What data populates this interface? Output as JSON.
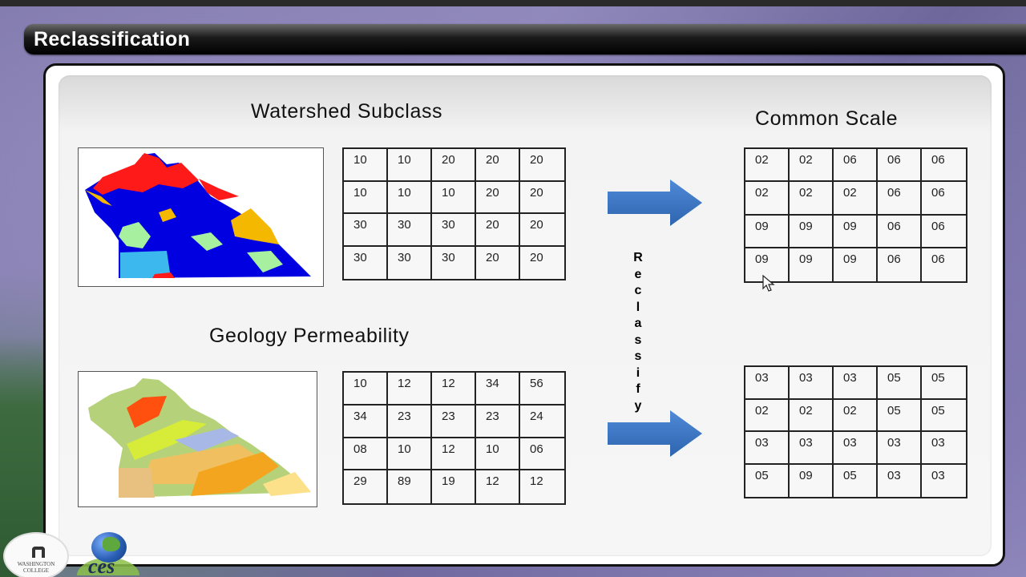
{
  "slide": {
    "title": "Reclassification"
  },
  "sections": {
    "watershed": {
      "heading": "Watershed Subclass",
      "map_icon": "watershed-map-image",
      "grid": [
        [
          "10",
          "10",
          "20",
          "20",
          "20"
        ],
        [
          "10",
          "10",
          "10",
          "20",
          "20"
        ],
        [
          "30",
          "30",
          "30",
          "20",
          "20"
        ],
        [
          "30",
          "30",
          "30",
          "20",
          "20"
        ]
      ]
    },
    "geology": {
      "heading": "Geology Permeability",
      "map_icon": "geology-map-image",
      "grid": [
        [
          "10",
          "12",
          "12",
          "34",
          "56"
        ],
        [
          "34",
          "23",
          "23",
          "23",
          "24"
        ],
        [
          "08",
          "10",
          "12",
          "10",
          "06"
        ],
        [
          "29",
          "89",
          "19",
          "12",
          "12"
        ]
      ]
    },
    "common_scale": {
      "heading": "Common Scale",
      "grid_top": [
        [
          "02",
          "02",
          "06",
          "06",
          "06"
        ],
        [
          "02",
          "02",
          "02",
          "06",
          "06"
        ],
        [
          "09",
          "09",
          "09",
          "06",
          "06"
        ],
        [
          "09",
          "09",
          "09",
          "06",
          "06"
        ]
      ],
      "grid_bottom": [
        [
          "03",
          "03",
          "03",
          "05",
          "05"
        ],
        [
          "02",
          "02",
          "02",
          "05",
          "05"
        ],
        [
          "03",
          "03",
          "03",
          "03",
          "03"
        ],
        [
          "05",
          "09",
          "05",
          "03",
          "03"
        ]
      ]
    }
  },
  "reclassify_label": [
    "R",
    "e",
    "c",
    "l",
    "a",
    "s",
    "s",
    "i",
    "f",
    "y"
  ],
  "arrow_color": "#3f78c4",
  "logos": {
    "washington_college": "WASHINGTON COLLEGE",
    "ces": "ces"
  }
}
